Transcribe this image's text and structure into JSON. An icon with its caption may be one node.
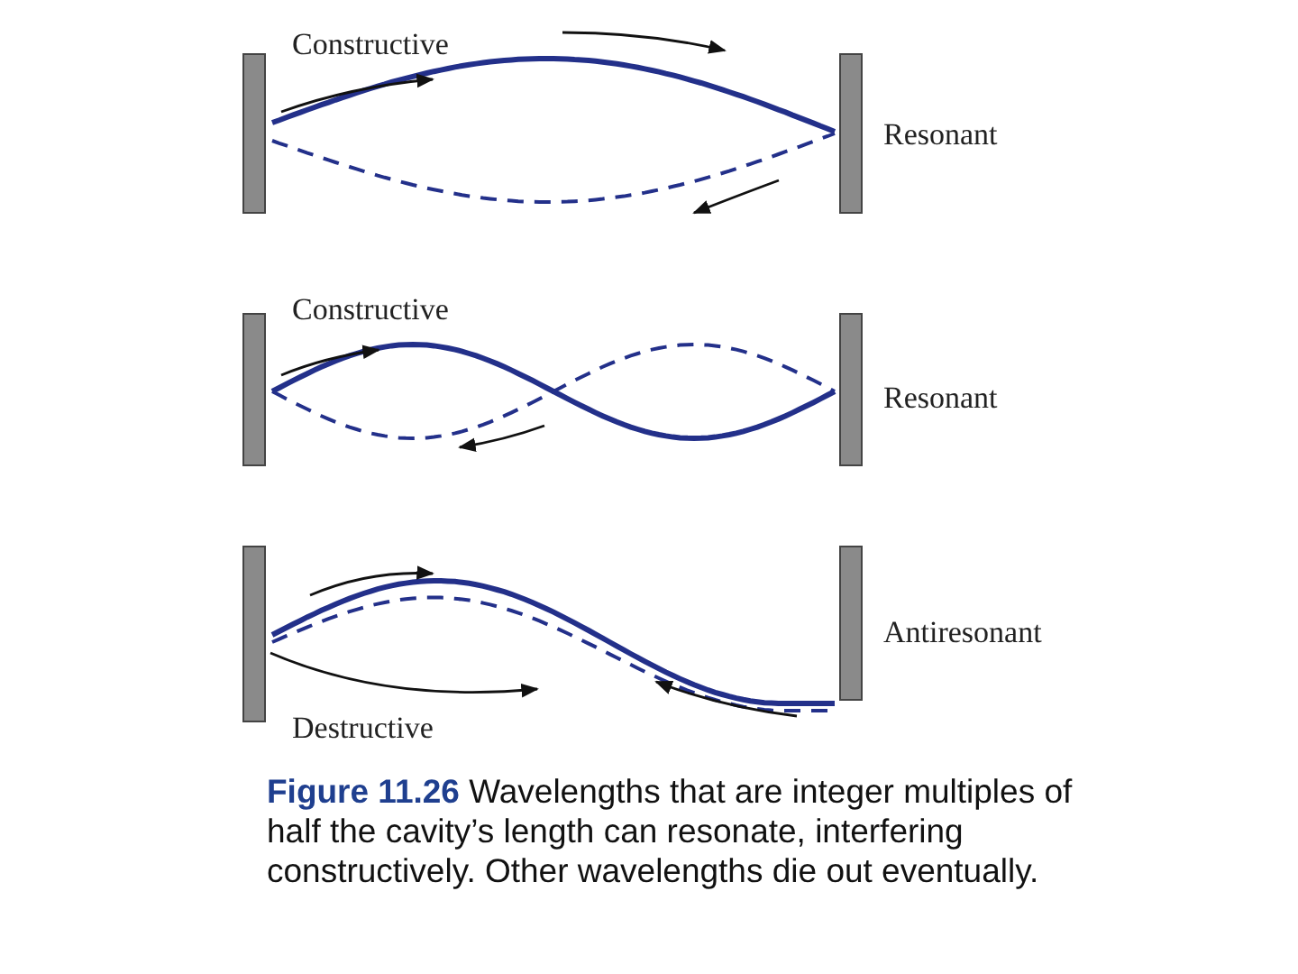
{
  "diagram": {
    "caption": "**Figure 11.26** Wavelengths that are integer multiples of half the cavity’s length can resonate, interfering constructively. Other wavelengths die out eventually.",
    "labels": [
      "Constructive",
      "Resonant",
      "Constructive",
      "Resonant",
      "Antiresonant",
      "Destructive"
    ]
  }
}
